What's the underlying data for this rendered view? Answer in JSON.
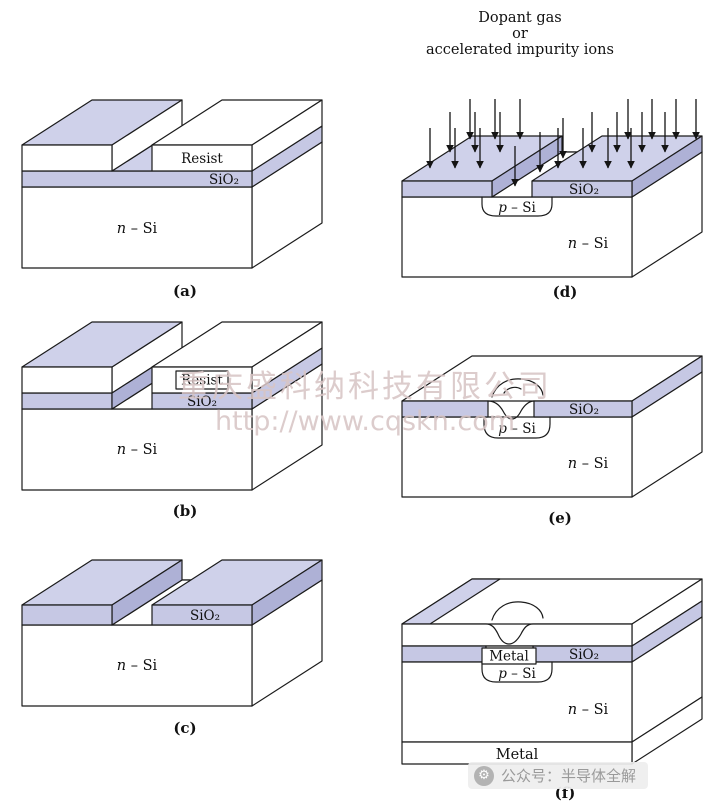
{
  "figure": {
    "caption_d": {
      "line1": "Dopant gas",
      "line2": "or",
      "line3": "accelerated impurity ions"
    },
    "labels": {
      "resist": "Resist",
      "sio2": "SiO₂",
      "metal": "Metal",
      "n_var": "n",
      "p_var": "p",
      "si_suffix": " – Si"
    },
    "panel_letters": {
      "a": "(a)",
      "b": "(b)",
      "c": "(c)",
      "d": "(d)",
      "e": "(e)",
      "f": "(f)"
    },
    "colors": {
      "oxide_front": "#c6c8e4",
      "oxide_top": "#cfd1ea",
      "oxide_wall": "#aeb1d6",
      "outline": "#1b1b1b",
      "face": "#ffffff"
    }
  },
  "watermarks": {
    "center_line1": "重庆盛科纳科技有限公司",
    "center_line2": "http://www.cqskn.com",
    "footer_text": "公众号：半导体全解",
    "footer_glyph": "⚙"
  }
}
